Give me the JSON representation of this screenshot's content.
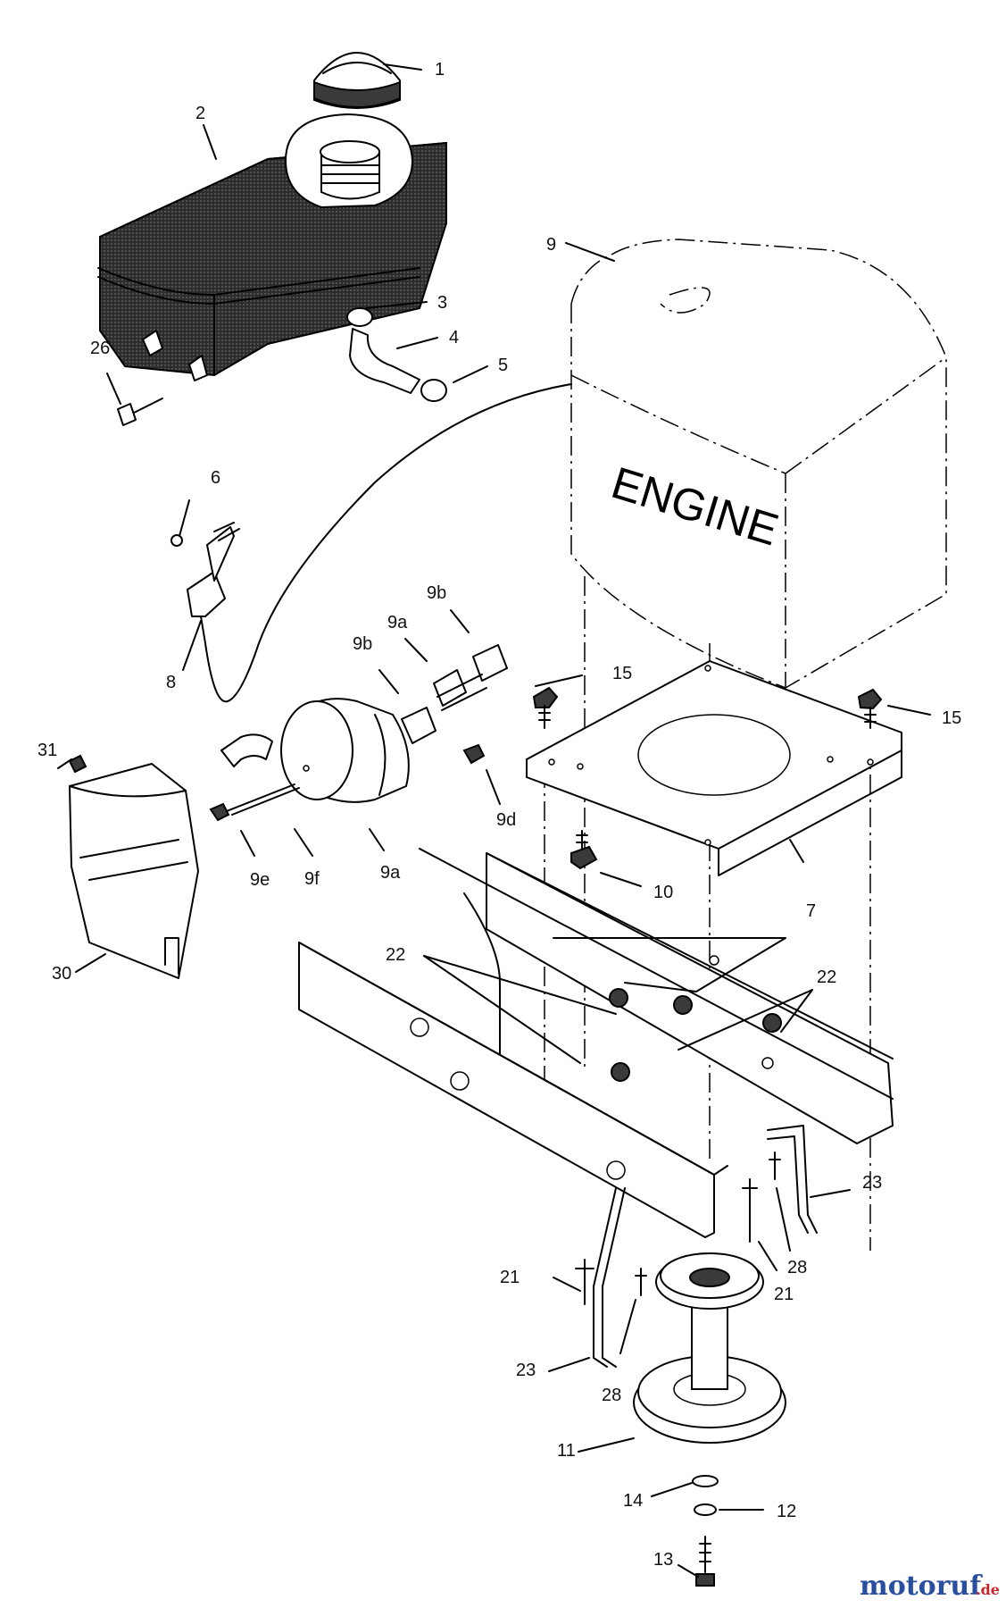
{
  "engine_text": "ENGINE",
  "watermark": {
    "brand": "motoruf",
    "suffix": ".de",
    "color_brand": "#2a4fa0",
    "color_accent": "#c8262b"
  },
  "callouts": {
    "c1": "1",
    "c2": "2",
    "c3": "3",
    "c4": "4",
    "c5": "5",
    "c6": "6",
    "c7": "7",
    "c8": "8",
    "c9": "9",
    "c9a_upper": "9a",
    "c9a_lower": "9a",
    "c9b_left": "9b",
    "c9b_right": "9b",
    "c9d": "9d",
    "c9e": "9e",
    "c9f": "9f",
    "c10": "10",
    "c11": "11",
    "c12": "12",
    "c13": "13",
    "c14": "14",
    "c15_left": "15",
    "c15_right": "15",
    "c21_left": "21",
    "c21_right": "21",
    "c22_left": "22",
    "c22_right": "22",
    "c23_left": "23",
    "c23_right": "23",
    "c26": "26",
    "c28_left": "28",
    "c28_right": "28",
    "c30": "30",
    "c31": "31"
  }
}
